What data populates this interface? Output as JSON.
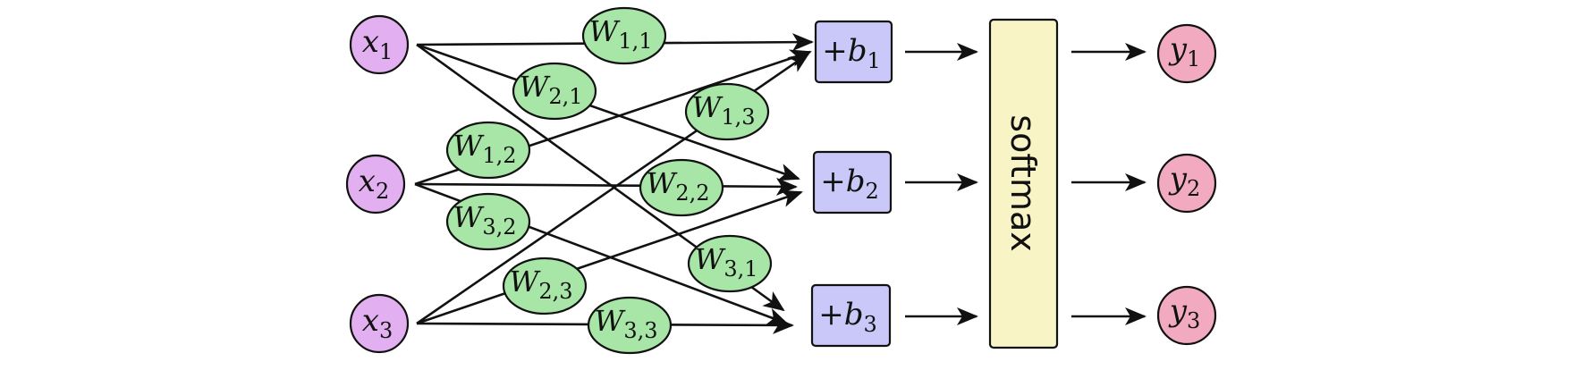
{
  "colors": {
    "input": "#e2b0f0",
    "weight": "#a8e6a8",
    "bias": "#c9c8f8",
    "softmax": "#f8f4c6",
    "output": "#f2aac0",
    "line": "#111111"
  },
  "inputs": [
    {
      "base": "x",
      "sub": "1"
    },
    {
      "base": "x",
      "sub": "2"
    },
    {
      "base": "x",
      "sub": "3"
    }
  ],
  "weights": [
    {
      "base": "W",
      "sub": "1,1"
    },
    {
      "base": "W",
      "sub": "2,1"
    },
    {
      "base": "W",
      "sub": "1,3"
    },
    {
      "base": "W",
      "sub": "1,2"
    },
    {
      "base": "W",
      "sub": "2,2"
    },
    {
      "base": "W",
      "sub": "3,2"
    },
    {
      "base": "W",
      "sub": "3,1"
    },
    {
      "base": "W",
      "sub": "2,3"
    },
    {
      "base": "W",
      "sub": "3,3"
    }
  ],
  "biases": [
    {
      "prefix": "+",
      "base": "b",
      "sub": "1"
    },
    {
      "prefix": "+",
      "base": "b",
      "sub": "2"
    },
    {
      "prefix": "+",
      "base": "b",
      "sub": "3"
    }
  ],
  "softmax": {
    "label": "softmax"
  },
  "outputs": [
    {
      "base": "y",
      "sub": "1"
    },
    {
      "base": "y",
      "sub": "2"
    },
    {
      "base": "y",
      "sub": "3"
    }
  ]
}
